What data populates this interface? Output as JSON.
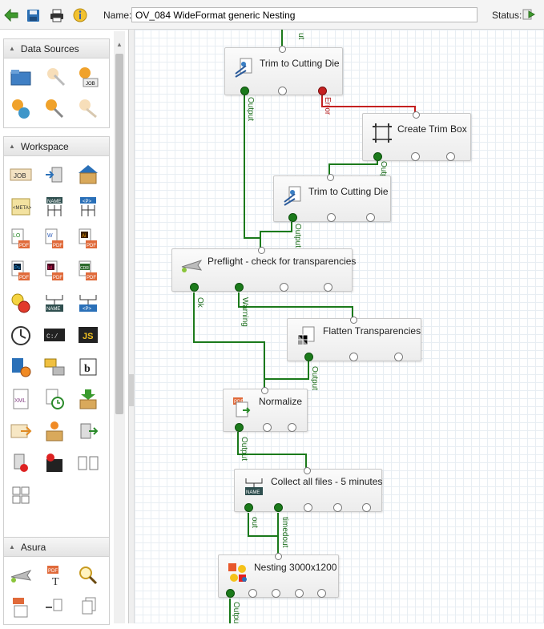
{
  "toolbar": {
    "name_label": "Name:",
    "name_value": "OV_084 WideFormat generic Nesting",
    "status_label": "Status:"
  },
  "sidebar": {
    "panels": [
      {
        "title": "Data Sources"
      },
      {
        "title": "Workspace"
      },
      {
        "title": "Asura"
      }
    ]
  },
  "flow": {
    "nodes": [
      {
        "label": "Trim to Cutting Die"
      },
      {
        "label": "Create Trim Box"
      },
      {
        "label": "Trim to Cutting Die"
      },
      {
        "label": "Preflight - check for transparencies"
      },
      {
        "label": "Flatten Transparencies"
      },
      {
        "label": "Normalize"
      },
      {
        "label": "Collect all files - 5 minutes"
      },
      {
        "label": "Nesting 3000x1200"
      }
    ],
    "connections": [
      {
        "label": "Output"
      },
      {
        "label": "Error"
      },
      {
        "label": "Output"
      },
      {
        "label": "Output"
      },
      {
        "label": "Ok"
      },
      {
        "label": "Warning"
      },
      {
        "label": "Output"
      },
      {
        "label": "Output"
      },
      {
        "label": "out"
      },
      {
        "label": "timedout"
      },
      {
        "label": "Output"
      },
      {
        "label": "ut"
      }
    ]
  },
  "colors": {
    "accent_green": "#1b7a1b",
    "error_red": "#c42020"
  }
}
